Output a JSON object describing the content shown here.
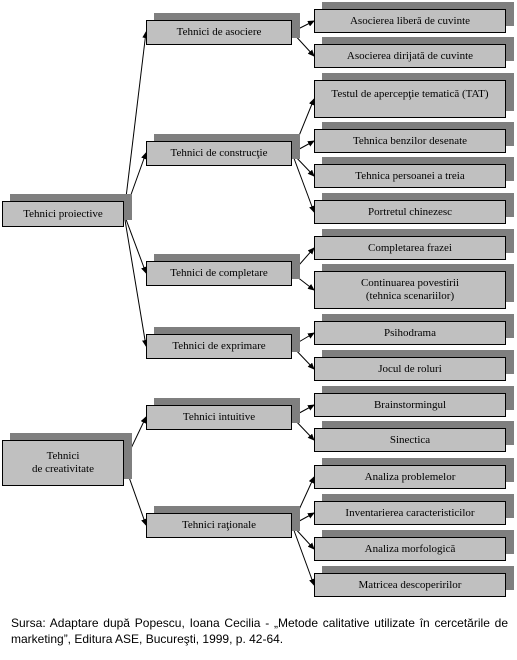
{
  "groups": [
    {
      "label": "Tehnici proiective",
      "subgroups": [
        {
          "label": "Tehnici de asociere",
          "items": [
            "Asocierea liberă de cuvinte",
            "Asocierea dirijată de cuvinte"
          ]
        },
        {
          "label": "Tehnici de construcţie",
          "items": [
            "Testul de apercepţie tematică (TAT)",
            "Tehnica benzilor desenate",
            "Tehnica persoanei a treia",
            "Portretul chinezesc"
          ]
        },
        {
          "label": "Tehnici de completare",
          "items": [
            "Completarea frazei",
            "Continuarea povestirii\n(tehnica scenariilor)"
          ]
        },
        {
          "label": "Tehnici de exprimare",
          "items": [
            "Psihodrama",
            "Jocul de roluri"
          ]
        }
      ]
    },
    {
      "label": "Tehnici\nde creativitate",
      "subgroups": [
        {
          "label": "Tehnici intuitive",
          "items": [
            "Brainstormingul",
            "Sinectica"
          ]
        },
        {
          "label": "Tehnici raţionale",
          "items": [
            "Analiza problemelor",
            "Inventarierea caracteristicilor",
            "Analiza morfologică",
            "Matricea descoperirilor"
          ]
        }
      ]
    }
  ],
  "source_note": "Sursa: Adaptare după Popescu, Ioana Cecilia - „Metode calitative utilizate în cercetările de marketing”, Editura ASE, Bucureşti, 1999, p. 42-64.",
  "colors": {
    "box_fill": "#c0c0c0",
    "shadow": "#7f7f7f",
    "line": "#000000"
  }
}
